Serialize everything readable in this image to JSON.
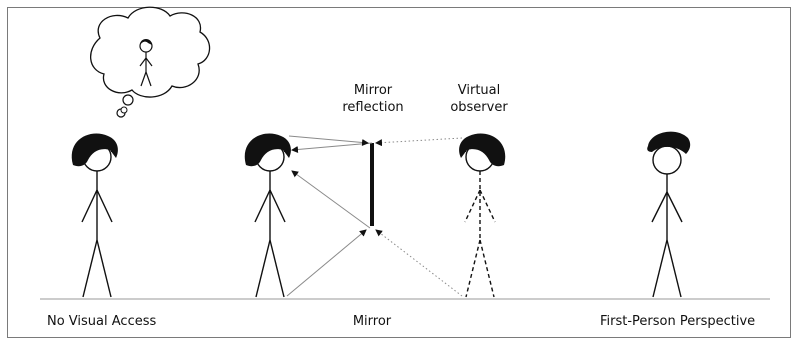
{
  "labels": {
    "mirror_reflection_line1": "Mirror",
    "mirror_reflection_line2": "reflection",
    "virtual_observer_line1": "Virtual",
    "virtual_observer_line2": "observer",
    "no_visual_access": "No Visual Access",
    "mirror": "Mirror",
    "first_person": "First-Person Perspective"
  },
  "colors": {
    "ink": "#111111",
    "frame": "#7a7a7a",
    "arrow": "#9a9a9a"
  }
}
